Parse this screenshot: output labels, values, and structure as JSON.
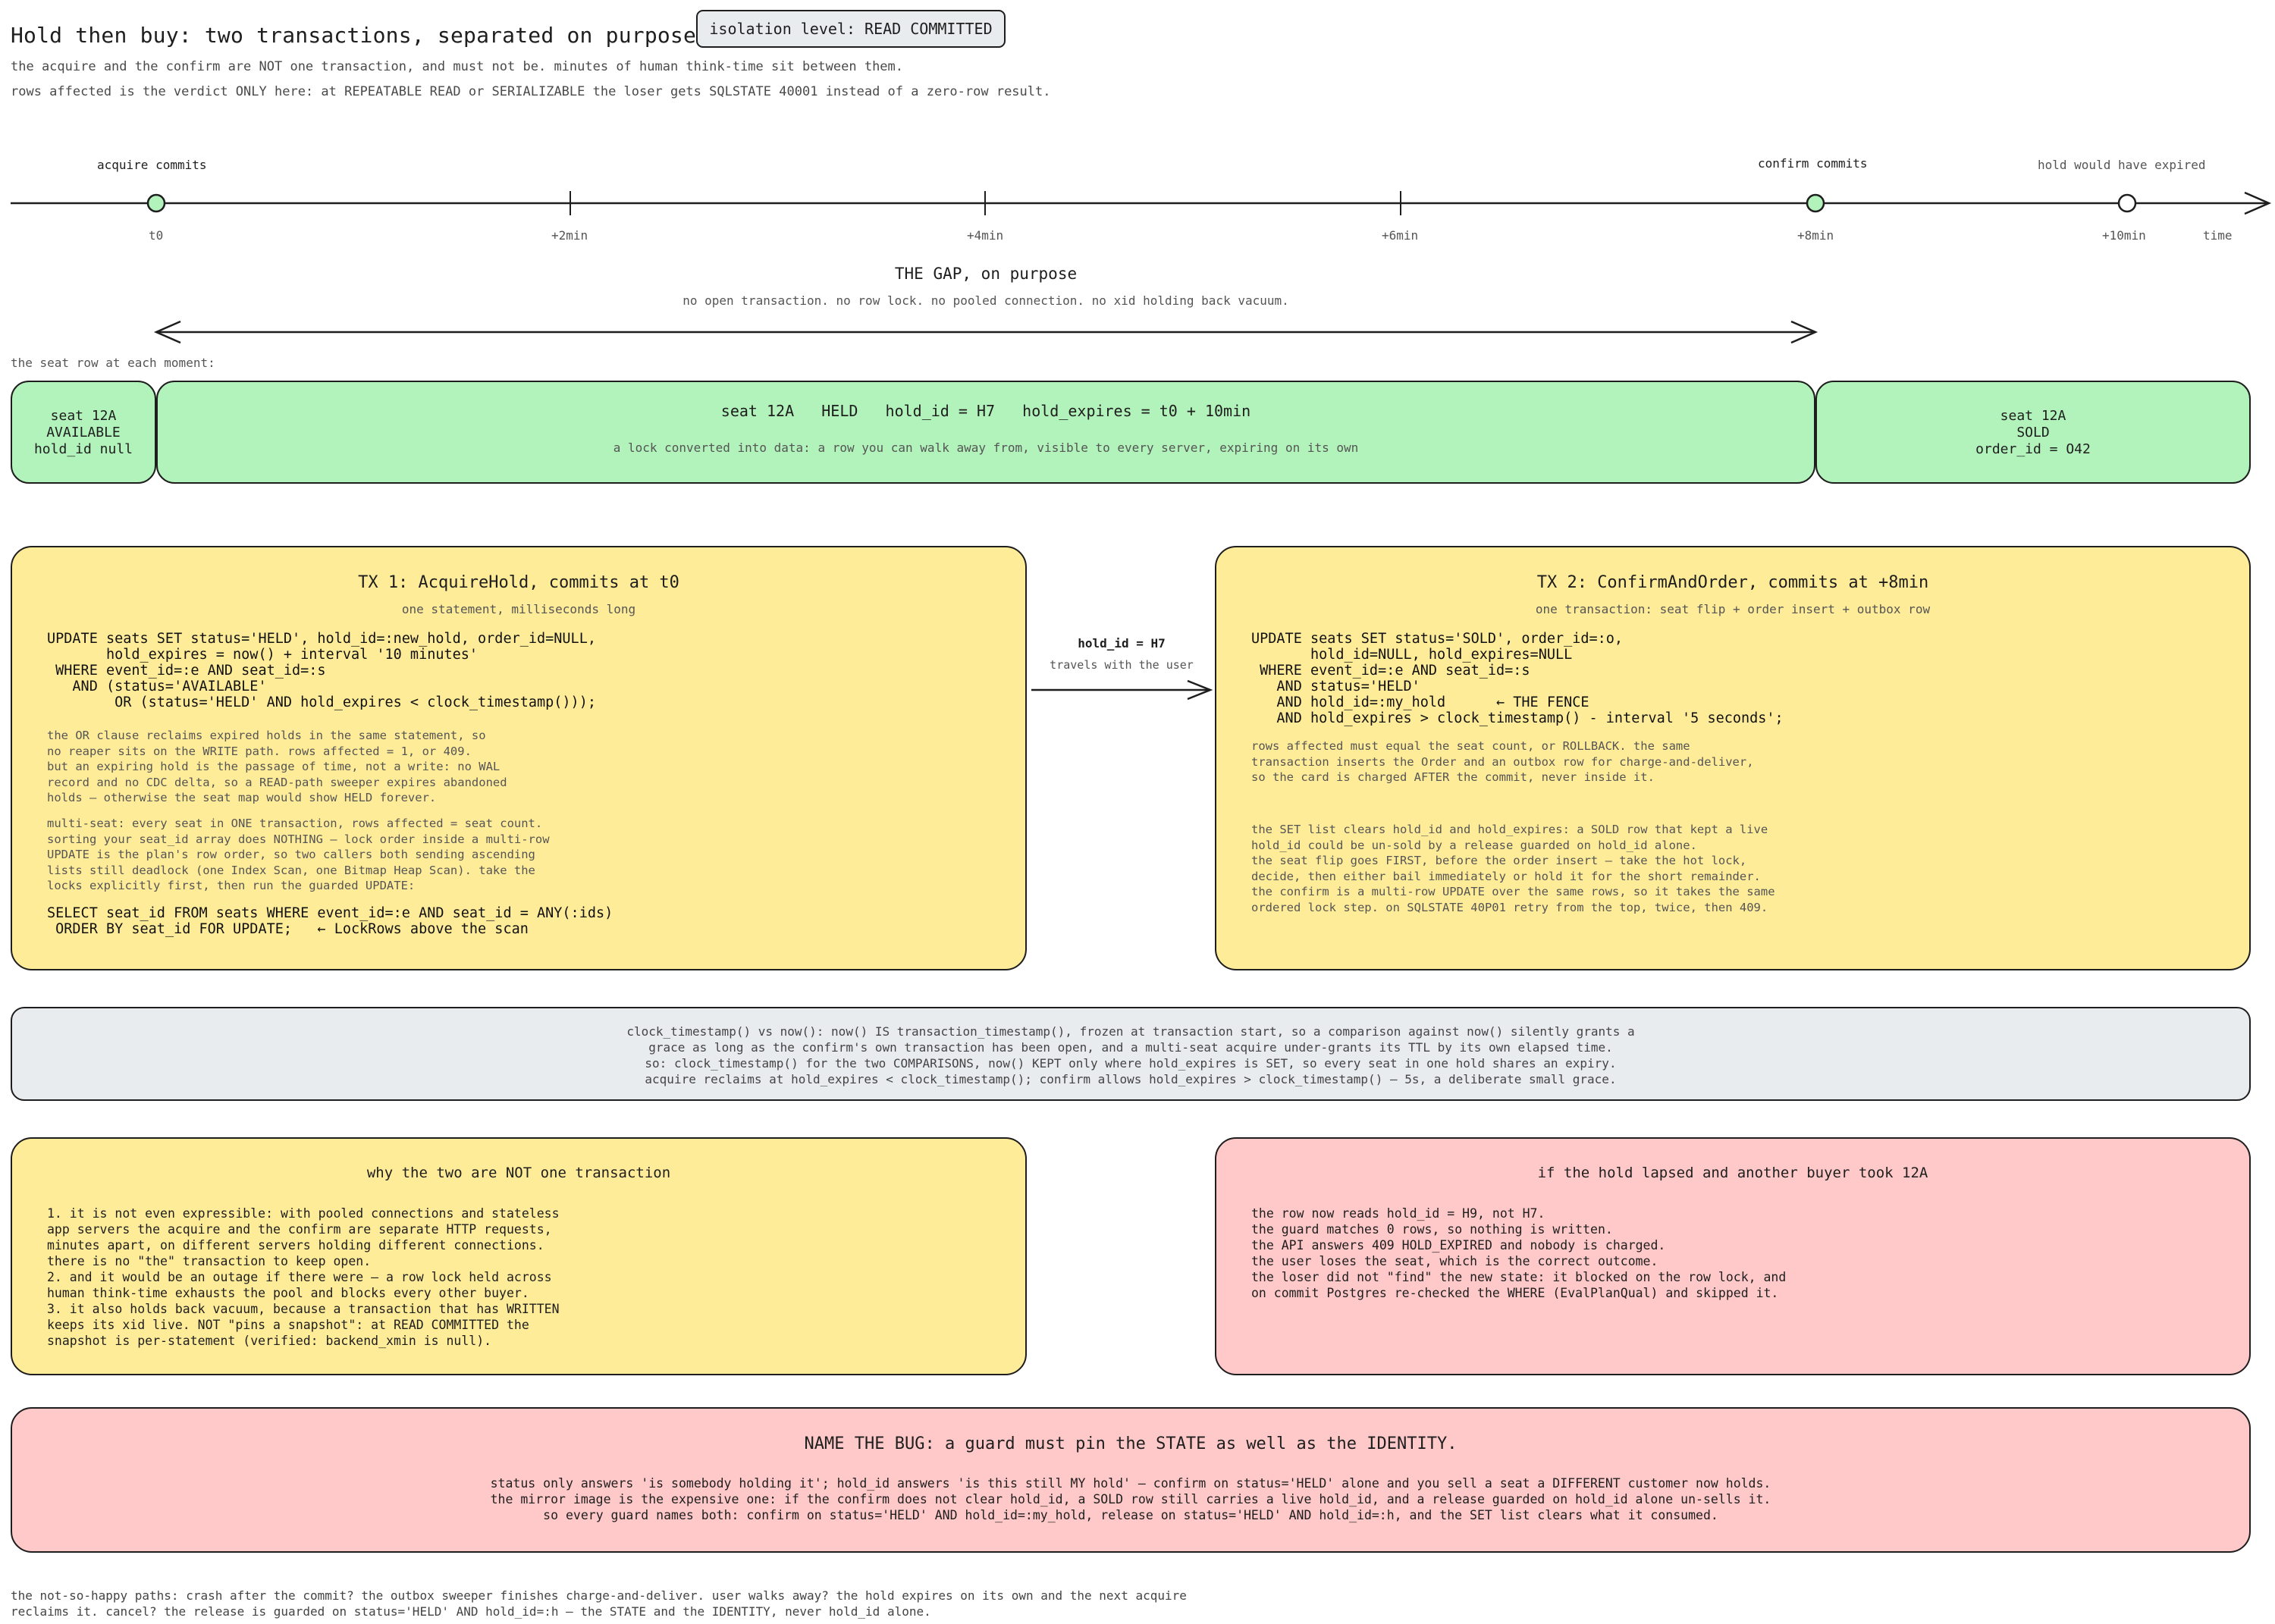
{
  "header": {
    "title": "Hold then buy: two transactions, separated on purpose",
    "isolation_badge": "isolation level: READ COMMITTED",
    "subtitle_1": "the acquire and the confirm are NOT one transaction, and must not be. minutes of human think-time sit between them.",
    "subtitle_2": "rows affected is the verdict ONLY here: at REPEATABLE READ or SERIALIZABLE the loser gets SQLSTATE 40001 instead of a zero-row result."
  },
  "timeline": {
    "events": [
      {
        "label": "acquire commits",
        "tick": "t0"
      },
      {
        "label": "confirm commits",
        "tick": "+8min"
      },
      {
        "label": "hold would have expired",
        "tick": "+10min"
      }
    ],
    "ticks": [
      "t0",
      "+2min",
      "+4min",
      "+6min",
      "+8min",
      "+10min"
    ],
    "axis_label": "time",
    "gap_title": "THE GAP, on purpose",
    "gap_caption": "no open transaction. no row lock. no pooled connection. no xid holding back vacuum."
  },
  "states": {
    "caption": "the seat row at each moment:",
    "available": [
      "seat 12A",
      "AVAILABLE",
      "hold_id null"
    ],
    "held_title": "seat 12A   HELD   hold_id = H7   hold_expires = t0 + 10min",
    "held_caption": "a lock converted into data: a row you can walk away from, visible to every server, expiring on its own",
    "sold": [
      "seat 12A",
      "SOLD",
      "order_id = O42"
    ]
  },
  "tx1": {
    "title": "TX 1: AcquireHold, commits at t0",
    "subtitle": "one statement, milliseconds long",
    "sql": "UPDATE seats SET status='HELD', hold_id=:new_hold, order_id=NULL,\n       hold_expires = now() + interval '10 minutes'\n WHERE event_id=:e AND seat_id=:s\n   AND (status='AVAILABLE'\n        OR (status='HELD' AND hold_expires < clock_timestamp()));",
    "note_1": "the OR clause reclaims expired holds in the same statement, so\nno reaper sits on the WRITE path. rows affected = 1, or 409.\nbut an expiring hold is the passage of time, not a write: no WAL\nrecord and no CDC delta, so a READ-path sweeper expires abandoned\nholds – otherwise the seat map would show HELD forever.",
    "note_2": "multi-seat: every seat in ONE transaction, rows affected = seat count.\nsorting your seat_id array does NOTHING – lock order inside a multi-row\nUPDATE is the plan's row order, so two callers both sending ascending\nlists still deadlock (one Index Scan, one Bitmap Heap Scan). take the\nlocks explicitly first, then run the guarded UPDATE:",
    "sql_2": "SELECT seat_id FROM seats WHERE event_id=:e AND seat_id = ANY(:ids)\n ORDER BY seat_id FOR UPDATE;   ← LockRows above the scan"
  },
  "link": {
    "label": "hold_id = H7",
    "caption": "travels with the user"
  },
  "tx2": {
    "title": "TX 2: ConfirmAndOrder, commits at +8min",
    "subtitle": "one transaction: seat flip + order insert + outbox row",
    "sql": "UPDATE seats SET status='SOLD', order_id=:o,\n       hold_id=NULL, hold_expires=NULL\n WHERE event_id=:e AND seat_id=:s\n   AND status='HELD'\n   AND hold_id=:my_hold      ← THE FENCE\n   AND hold_expires > clock_timestamp() - interval '5 seconds';",
    "note_1": "rows affected must equal the seat count, or ROLLBACK. the same\ntransaction inserts the Order and an outbox row for charge-and-deliver,\nso the card is charged AFTER the commit, never inside it.",
    "note_2": "the SET list clears hold_id and hold_expires: a SOLD row that kept a live\nhold_id could be un-sold by a release guarded on hold_id alone.\nthe seat flip goes FIRST, before the order insert – take the hot lock,\ndecide, then either bail immediately or hold it for the short remainder.\nthe confirm is a multi-row UPDATE over the same rows, so it takes the same\nordered lock step. on SQLSTATE 40P01 retry from the top, twice, then 409."
  },
  "clock_note": "clock_timestamp() vs now(): now() IS transaction_timestamp(), frozen at transaction start, so a comparison against now() silently grants a\ngrace as long as the confirm's own transaction has been open, and a multi-seat acquire under-grants its TTL by its own elapsed time.\nso: clock_timestamp() for the two COMPARISONS, now() KEPT only where hold_expires is SET, so every seat in one hold shares an expiry.\nacquire reclaims at hold_expires < clock_timestamp(); confirm allows hold_expires > clock_timestamp() – 5s, a deliberate small grace.",
  "why": {
    "title": "why the two are NOT one transaction",
    "body": "1. it is not even expressible: with pooled connections and stateless\napp servers the acquire and the confirm are separate HTTP requests,\nminutes apart, on different servers holding different connections.\nthere is no \"the\" transaction to keep open.\n2. and it would be an outage if there were – a row lock held across\nhuman think-time exhausts the pool and blocks every other buyer.\n3. it also holds back vacuum, because a transaction that has WRITTEN\nkeeps its xid live. NOT \"pins a snapshot\": at READ COMMITTED the\nsnapshot is per-statement (verified: backend_xmin is null)."
  },
  "lapsed": {
    "title": "if the hold lapsed and another buyer took 12A",
    "body": "the row now reads hold_id = H9, not H7.\nthe guard matches 0 rows, so nothing is written.\nthe API answers 409 HOLD_EXPIRED and nobody is charged.\nthe user loses the seat, which is the correct outcome.\nthe loser did not \"find\" the new state: it blocked on the row lock, and\non commit Postgres re-checked the WHERE (EvalPlanQual) and skipped it."
  },
  "bug": {
    "title": "NAME THE BUG: a guard must pin the STATE as well as the IDENTITY.",
    "body": "status only answers 'is somebody holding it'; hold_id answers 'is this still MY hold' – confirm on status='HELD' alone and you sell a seat a DIFFERENT customer now holds.\nthe mirror image is the expensive one: if the confirm does not clear hold_id, a SOLD row still carries a live hold_id, and a release guarded on hold_id alone un-sells it.\nso every guard names both: confirm on status='HELD' AND hold_id=:my_hold, release on status='HELD' AND hold_id=:h, and the SET list clears what it consumed."
  },
  "footer": "the not-so-happy paths: crash after the commit? the outbox sweeper finishes charge-and-deliver. user walks away? the hold expires on its own and the next acquire\nreclaims it. cancel? the release is guarded on status='HELD' AND hold_id=:h – the STATE and the IDENTITY, never hold_id alone.",
  "colors": {
    "green": "#b2f2bb",
    "yellow": "#ffec99",
    "pink": "#ffc9c9",
    "grey": "#e9ecef",
    "stroke": "#1e1e1e"
  }
}
